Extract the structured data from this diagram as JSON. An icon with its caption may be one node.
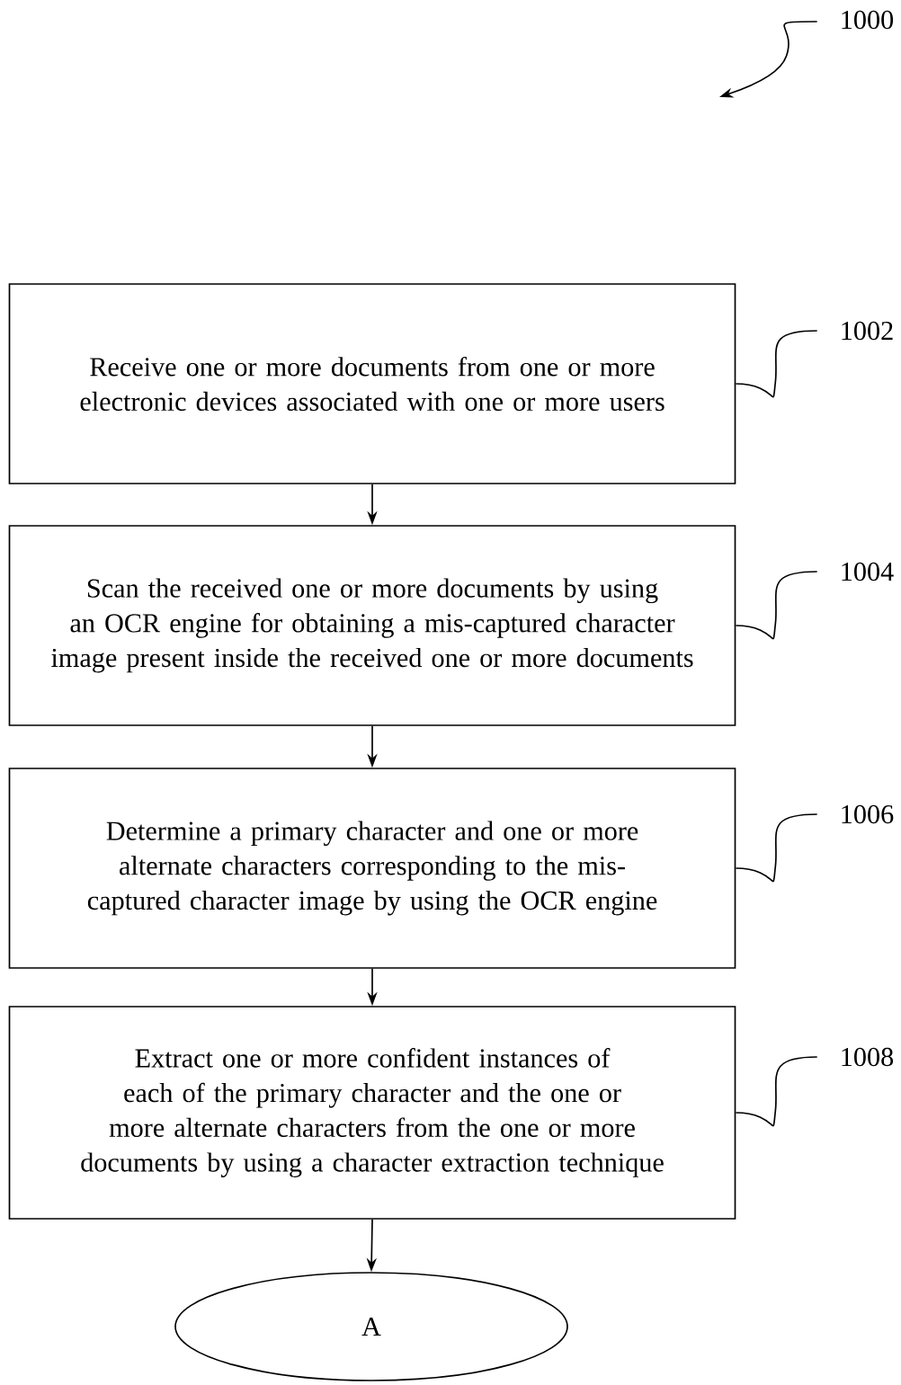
{
  "diagram": {
    "nodes": [
      {
        "text": [
          "Receive one or more documents from one or more electronic devices associated with one or more users"
        ]
      },
      {
        "text": [
          "Scan the received one or more documents by using an OCR engine for obtaining a mis-captured character image present inside the received one or more documents"
        ]
      },
      {
        "text": [
          "Determine a primary character and one or more alternate characters corresponding to the mis-captured character image by using the OCR engine"
        ]
      },
      {
        "text": [
          "Extract one or more confident instances of each of the primary character and the one or more alternate characters from the one or more documents by using a character extraction technique"
        ]
      },
      {
        "text": [
          "A"
        ]
      },
      {
        "text": [
          "1000"
        ]
      },
      {
        "text": [
          "1002"
        ]
      },
      {
        "text": [
          "1004"
        ]
      },
      {
        "text": [
          "1006"
        ]
      },
      {
        "text": [
          "1008"
        ]
      }
    ],
    "edges": [
      {
        "from": 0,
        "to": 1,
        "arrow": "to"
      },
      {
        "from": 1,
        "to": 2,
        "arrow": "to"
      },
      {
        "from": 2,
        "to": 3,
        "arrow": "to"
      },
      {
        "from": 3,
        "to": 4,
        "arrow": "to"
      },
      {
        "from": 5,
        "to": null,
        "arrow": "to"
      },
      {
        "from": 6,
        "to": 0,
        "arrow": "none"
      },
      {
        "from": 7,
        "to": 1,
        "arrow": "none"
      },
      {
        "from": 8,
        "to": 2,
        "arrow": "none"
      },
      {
        "from": 9,
        "to": 3,
        "arrow": "none"
      }
    ]
  }
}
